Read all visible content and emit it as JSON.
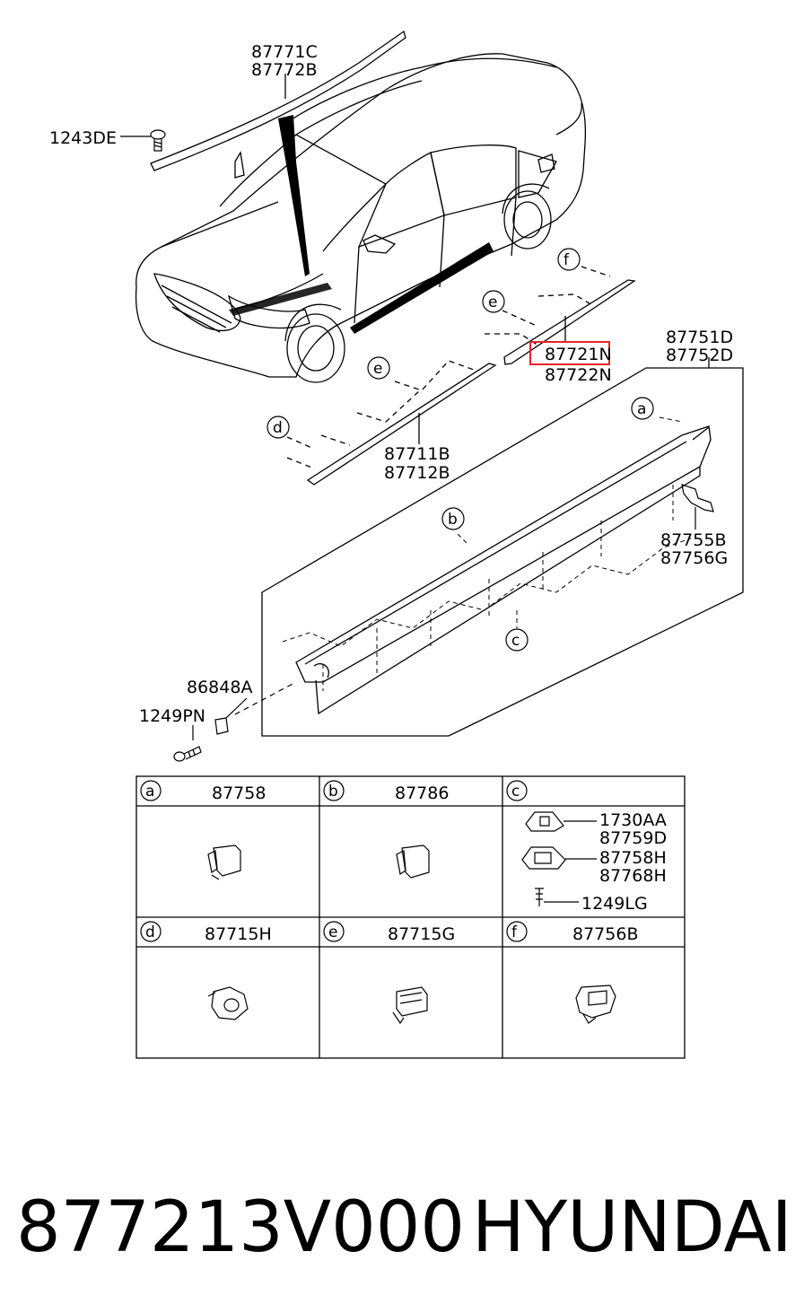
{
  "part_labels": {
    "roof_molding_1": "87771C",
    "roof_molding_2": "87772B",
    "screw_1243": "1243DE",
    "garnish_upper_1": "87721N",
    "garnish_upper_2": "87722N",
    "side_sill_1": "87751D",
    "side_sill_2": "87752D",
    "door_molding_1": "87711B",
    "door_molding_2": "87712B",
    "bracket_1": "87755B",
    "bracket_2": "87756G",
    "clip_86848": "86848A",
    "screw_1249pn": "1249PN"
  },
  "callouts": {
    "a": "a",
    "b": "b",
    "c": "c",
    "d": "d",
    "e": "e",
    "f": "f"
  },
  "highlight_color": "#e8222a",
  "table": {
    "row1": [
      {
        "letter": "a",
        "part": "87758"
      },
      {
        "letter": "b",
        "part": "87786"
      },
      {
        "letter": "c",
        "part": ""
      }
    ],
    "row2": [
      {
        "letter": "d",
        "part": "87715H"
      },
      {
        "letter": "e",
        "part": "87715G"
      },
      {
        "letter": "f",
        "part": "87756B"
      }
    ],
    "c_parts": [
      "1730AA",
      "87759D",
      "87758H",
      "87768H",
      "1249LG"
    ]
  },
  "footer": {
    "part_number": "877213V000",
    "brand": "HYUNDAI"
  }
}
